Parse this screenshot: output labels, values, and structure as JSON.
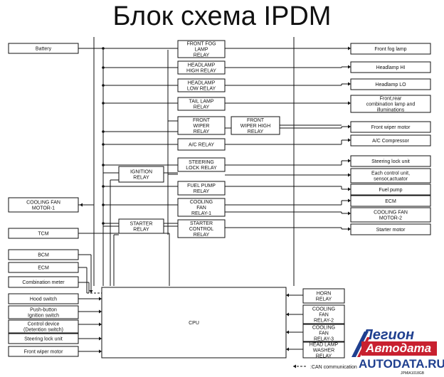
{
  "title": "Блок схема IPDM",
  "left_blocks": {
    "battery": "Battery",
    "cooling_fan_motor_1": [
      "COOLING FAN",
      "MOTOR-1"
    ],
    "tcm": "TCM",
    "bcm": "BCM",
    "ecm": "ECM",
    "combination_meter": "Combination meter",
    "hood_switch": "Hood switch",
    "push_button": [
      "Push-button",
      "Ignition switch"
    ],
    "control_device": [
      "Control device",
      "(Detention switch)"
    ],
    "steering_lock_unit": "Steering lock unit",
    "front_wiper_motor": "Front wiper motor"
  },
  "relays": {
    "front_fog": [
      "FRONT FOG",
      "LAMP",
      "RELAY"
    ],
    "headlamp_high": [
      "HEADLAMP",
      "HIGH RELAY"
    ],
    "headlamp_low": [
      "HEADLAMP",
      "LOW RELAY"
    ],
    "tail_lamp": [
      "TAIL LAMP",
      "RELAY"
    ],
    "front_wiper": [
      "FRONT",
      "WIPER",
      "RELAY"
    ],
    "front_wiper_high": [
      "FRONT",
      "WIPER HIGH",
      "RELAY"
    ],
    "ac": "A/C RELAY",
    "steering_lock": [
      "STEERING",
      "LOCK RELAY"
    ],
    "ignition": [
      "IGNITION",
      "RELAY"
    ],
    "fuel_pump": [
      "FUEL PUMP",
      "RELAY"
    ],
    "cooling_fan_1": [
      "COOLING",
      "FAN",
      "RELAY-1"
    ],
    "starter": [
      "STARTER",
      "RELAY"
    ],
    "starter_control": [
      "STARTER",
      "CONTROL",
      "RELAY"
    ]
  },
  "cpu": "CPU",
  "cpu_relays": {
    "horn": [
      "HORN",
      "RELAY"
    ],
    "cooling_fan_2": [
      "COOLING",
      "FAN",
      "RELAY-2"
    ],
    "cooling_fan_3": [
      "COOLING",
      "FAN",
      "RELAY-3"
    ],
    "head_lamp_washer": [
      "HEAD LAMP",
      "WASHER",
      "RELAY"
    ]
  },
  "right_blocks": {
    "front_fog_lamp": "Front fog lamp",
    "headlamp_hi": "Headlamp HI",
    "headlamp_lo": "Headlamp LO",
    "front_rear_combo": [
      "Front,rear",
      "combination lamp and",
      "illuminations"
    ],
    "front_wiper_motor": "Front wiper motor",
    "ac_compressor": "A/C Compressor",
    "steering_lock_unit": "Steering lock unit",
    "each_control_unit": [
      "Each control unit,",
      "sensor,actuator"
    ],
    "fuel_pump": "Fuel pump",
    "ecm": "ECM",
    "cooling_fan_motor_2": [
      "COOLING FAN",
      "MOTOR-2"
    ],
    "starter_motor": "Starter motor"
  },
  "legend": ":CAN communication",
  "logo": {
    "line1": "Легион",
    "line2": "Автодата",
    "line3": "AUTODATA.RU",
    "colors": {
      "blue": "#1f3f8f",
      "red": "#c8202f"
    }
  },
  "code": "JPMIA1018GB"
}
